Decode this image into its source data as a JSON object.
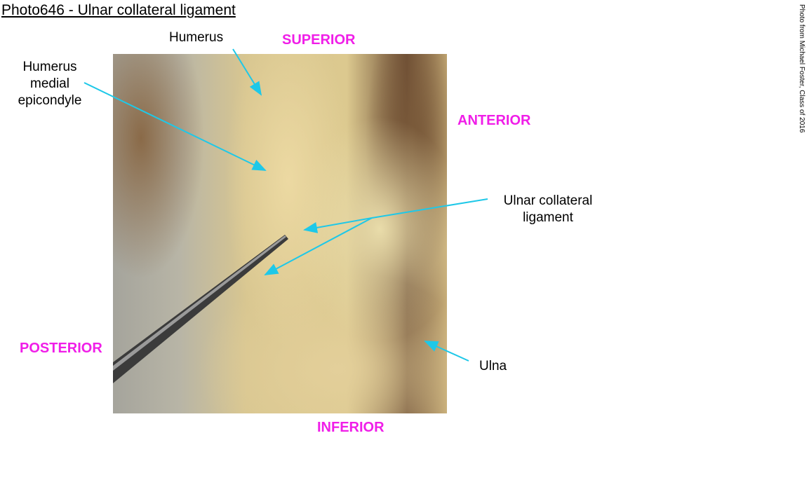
{
  "title": "Photo646 - Ulnar collateral ligament",
  "credit": "Photo from Michael Foster, Class of 2016",
  "labels": {
    "humerus": "Humerus",
    "epicondyle": [
      "Humerus",
      "medial",
      "epicondyle"
    ],
    "ucl": [
      "Ulnar collateral",
      "ligament"
    ],
    "ulna": "Ulna"
  },
  "directions": {
    "superior": "SUPERIOR",
    "anterior": "ANTERIOR",
    "posterior": "POSTERIOR",
    "inferior": "INFERIOR"
  },
  "colors": {
    "arrow": "#1ec8e8",
    "direction": "#f01ee8"
  }
}
